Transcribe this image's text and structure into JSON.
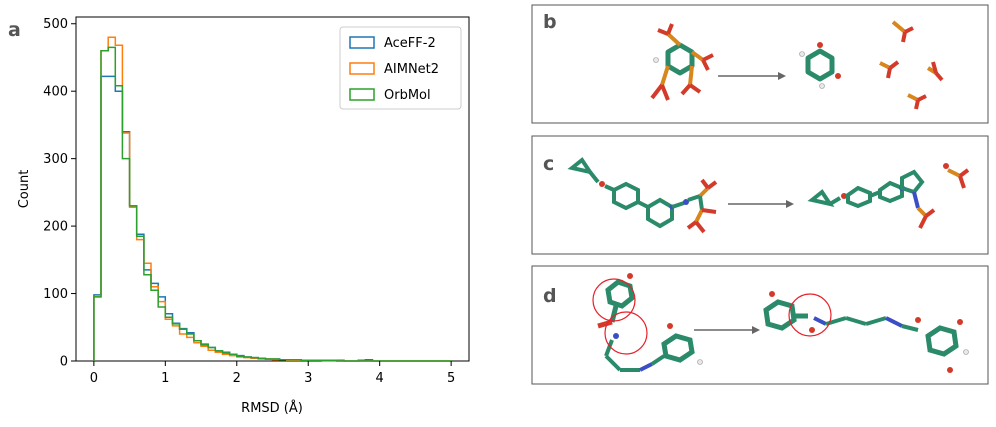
{
  "chart_data": {
    "type": "histogram-step",
    "panel_label": "a",
    "xlabel": "RMSD (Å)",
    "ylabel": "Count",
    "xlim": [
      -0.25,
      5.25
    ],
    "ylim": [
      0,
      510
    ],
    "xticks": [
      0,
      1,
      2,
      3,
      4,
      5
    ],
    "yticks": [
      0,
      100,
      200,
      300,
      400,
      500
    ],
    "bin_width": 0.1,
    "bin_start": 0.0,
    "legend_position": "top-right",
    "series": [
      {
        "name": "AceFF-2",
        "color": "#1f77b4",
        "values": [
          98,
          422,
          422,
          400,
          340,
          230,
          188,
          135,
          115,
          95,
          70,
          56,
          48,
          42,
          30,
          25,
          20,
          15,
          13,
          10,
          8,
          6,
          5,
          4,
          3,
          3,
          2,
          2,
          2,
          1,
          1,
          1,
          1,
          1,
          1,
          0,
          0,
          1,
          2,
          0,
          0,
          0,
          0,
          0,
          0,
          0,
          0,
          0,
          0,
          0
        ]
      },
      {
        "name": "AIMNet2",
        "color": "#ff7f0e",
        "values": [
          95,
          460,
          480,
          468,
          338,
          228,
          180,
          145,
          110,
          88,
          62,
          52,
          40,
          35,
          27,
          22,
          16,
          13,
          10,
          8,
          6,
          5,
          4,
          3,
          3,
          2,
          2,
          1,
          1,
          1,
          1,
          1,
          0,
          0,
          0,
          0,
          0,
          0,
          0,
          0,
          0,
          0,
          0,
          0,
          0,
          0,
          0,
          0,
          0,
          0
        ]
      },
      {
        "name": "OrbMol",
        "color": "#2ca02c",
        "values": [
          95,
          460,
          465,
          408,
          300,
          230,
          185,
          128,
          105,
          80,
          65,
          55,
          47,
          40,
          30,
          24,
          20,
          15,
          12,
          10,
          7,
          6,
          5,
          4,
          3,
          3,
          2,
          2,
          2,
          1,
          1,
          1,
          1,
          1,
          0,
          0,
          0,
          0,
          0,
          0,
          0,
          0,
          0,
          0,
          0,
          0,
          0,
          0,
          0,
          0
        ]
      }
    ]
  },
  "panels": {
    "b": {
      "label": "b"
    },
    "c": {
      "label": "c"
    },
    "d": {
      "label": "d"
    }
  },
  "molecule_colors": {
    "carbon": "#2a8a6a",
    "carbon_dark": "#1b5e48",
    "oxygen": "#d43a2a",
    "phosphorus": "#d8861e",
    "nitrogen": "#3b4fc4",
    "hydrogen": "#e8e8e8",
    "arrow": "#666666",
    "highlight": "#e8202a"
  }
}
